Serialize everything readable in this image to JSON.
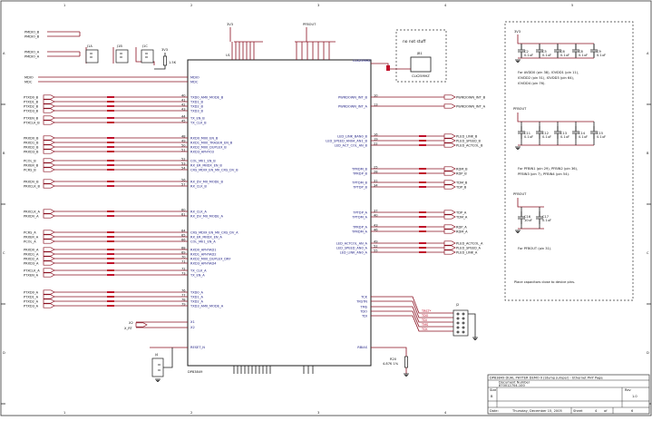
{
  "left_ports_top": [
    "PMDIO_B",
    "PMDIO_B",
    "PMDIO_A",
    "PMDIO_A"
  ],
  "jumpers": [
    "J1A",
    "J1B",
    "J1C"
  ],
  "r_3v3_top": "3V3",
  "r_top_value": "1.5K",
  "mdio_labels": [
    "MDIO",
    "MDC"
  ],
  "power_top": [
    "3V3",
    "PFBOUT"
  ],
  "u1_ref": "U1",
  "u1_part": "DP83849",
  "no_stuff_note": "no not stuff",
  "clk_ref": "JB1",
  "clk_name": "CLK25MHZ",
  "clk_net": "CLK25MHZ",
  "left_groups": [
    [
      "PTXD0_B",
      "PTXD1_B",
      "PTXD2_B",
      "PTXD3_B"
    ],
    [
      "PTXEN_B",
      "PTXCLK_B"
    ],
    [
      "PRXD0_B",
      "PRXD1_B",
      "PRXD2_B",
      "PRXD3_B"
    ],
    [
      "PCOL_B",
      "PRXER_B",
      "PCRS_B"
    ],
    [
      "PRXDV_B",
      "PRXCLK_B"
    ],
    [
      "PRXCLK_A",
      "PRXDV_A"
    ],
    [
      "PCRS_A",
      "PRXER_A",
      "PCOL_A"
    ],
    [
      "PRXD0_A",
      "PRXD1_A",
      "PRXD2_A",
      "PRXD3_A"
    ],
    [
      "PTXCLK_A",
      "PTXEN_A"
    ],
    [
      "PTXD0_A",
      "PTXD1_A",
      "PTXD2_A",
      "PTXD3_A"
    ]
  ],
  "u1_left_pins": [
    [
      "TXD0_AMII_MODE_B",
      "TXD1_B",
      "TXD2_B",
      "TXD3_B"
    ],
    [
      "TX_EN_B",
      "TX_CLK_B"
    ],
    [
      "RXD0_MII0_EN_B",
      "RXD1_MII0_TRASER_EN_B",
      "RXD2_MII0_DUPLEX_B",
      "RXD3_APHY03"
    ],
    [
      "COL_MII1_EN_B",
      "RX_ER_MIIDX_EN_B",
      "CRS_MDIX_EN_MII_CRS_DV_B"
    ],
    [
      "RX_DV_MII_MODE_B",
      "RX_CLK_B"
    ],
    [
      "RX_CLK_A",
      "RX_DV_MII_MODE_A"
    ],
    [
      "CRS_MDIX_EN_MII_CRS_DV_A",
      "RX_ER_MIIDX_EN_A",
      "COL_MII1_EN_A"
    ],
    [
      "RXD0_APHYAD1",
      "RXD1_APHYAD2",
      "RXD2_MII0_DUPLEX_DRF",
      "RXD3_APHYAD4"
    ],
    [
      "TX_CLK_A",
      "TX_EN_A"
    ],
    [
      "TXD0_A",
      "TXD1_A",
      "TXD2_A",
      "TXD3_AMII_MODE_A"
    ]
  ],
  "u1_bottom_left": [
    "X1",
    "X2"
  ],
  "reset_pin": "RESET_N",
  "xtal_ref": "X2",
  "xtal_net": "X_RT",
  "j4_ref": "J4",
  "right_pins": [
    {
      "pin": "PWRDOWN_INT_B",
      "port": "PWRDOWN_INT_B"
    },
    {
      "pin": "PWRDOWN_INT_A",
      "port": "PWRDOWN_INT_A"
    },
    {
      "pin": "LED_LINK_BAN0_B",
      "port": "PLED_LINK_B"
    },
    {
      "pin": "LED_SPEED_AN0A_AN1_B",
      "port": "PLED_SPEED_B"
    },
    {
      "pin": "LED_ACT_COL_AN_B",
      "port": "PLED_ACTCOL_B"
    },
    {
      "pin": "TPRDM_B",
      "port": "RDM_B"
    },
    {
      "pin": "TPRDP_B",
      "port": "RDP_B"
    },
    {
      "pin": "TPTDM_B",
      "port": "TDM_B"
    },
    {
      "pin": "TPTDP_B",
      "port": "TDP_B"
    },
    {
      "pin": "TPTDP_A",
      "port": "TDP_A"
    },
    {
      "pin": "TPTDM_A",
      "port": "TDM_A"
    },
    {
      "pin": "TPRDP_A",
      "port": "RDP_A"
    },
    {
      "pin": "TPRDM_A",
      "port": "RDM_A"
    },
    {
      "pin": "LED_ACTCOL_AN_A",
      "port": "PLED_ACTCOL_A"
    },
    {
      "pin": "LED_SPEED_AN0_A",
      "port": "PLED_SPEED_A"
    },
    {
      "pin": "LED_LINK_AN0_A",
      "port": "PLED_LINK_A"
    }
  ],
  "jtag_pins": [
    "TCK",
    "TRSTN",
    "TMS",
    "TDO",
    "TDI"
  ],
  "jtag_nets": [
    "TRST*",
    "TDO",
    "TDI",
    "TMS",
    "TCK"
  ],
  "j2_ref": "J2",
  "rbias_pin": "RBIAS",
  "r_bias_ref": "R20",
  "r_bias_value": "4.87K 1%",
  "caps_3v3": [
    "C2",
    "C5",
    "C6",
    "C8",
    "C9"
  ],
  "caps_3v3_val": "0.1uF",
  "note_3v3": [
    "For AVDD0 (pin 38), IOVDD1 (pin 11),",
    "IOVDD2 (pin 51), IOVDD3 (pin 64),",
    "IOVDD4 (pin 76)."
  ],
  "pfbout_net": "PFBOUT",
  "caps_pfb": [
    "C11",
    "C12",
    "C13",
    "C14",
    "C15"
  ],
  "caps_pfb_val": "0.1uF",
  "note_pfb": [
    "For PFBIN1 (pin 29), PFBIN2 (pin 36),",
    "PFBIN3 (pin 7), PFBIN4 (pin 54)."
  ],
  "pfbout_net2": "PFBOUT",
  "caps_pfbout": [
    {
      "ref": "C16",
      "val": "10uF"
    },
    {
      "ref": "C17",
      "val": "0.1uF"
    }
  ],
  "note_pfbout": "For PFBOUT (pin 31).",
  "note_place": "Place capacitors close to device pins.",
  "title_block": {
    "title": "DP83849 DUAL PHYTER DEMO II (Stump Jumper) - Ethernet PHY Page",
    "doc_label": "Document Number",
    "doc_number": "870012704-100",
    "size_label": "Size",
    "size": "B",
    "rev_label": "Rev",
    "rev": "1.0",
    "date_label": "Date:",
    "date": "Thursday, December 15, 2005",
    "sheet_label": "Sheet",
    "sheet": "4",
    "of_label": "of",
    "of": "6"
  },
  "border_letters": [
    "A",
    "B",
    "C",
    "D"
  ],
  "border_numbers": [
    "1",
    "2",
    "3",
    "4",
    "5"
  ]
}
